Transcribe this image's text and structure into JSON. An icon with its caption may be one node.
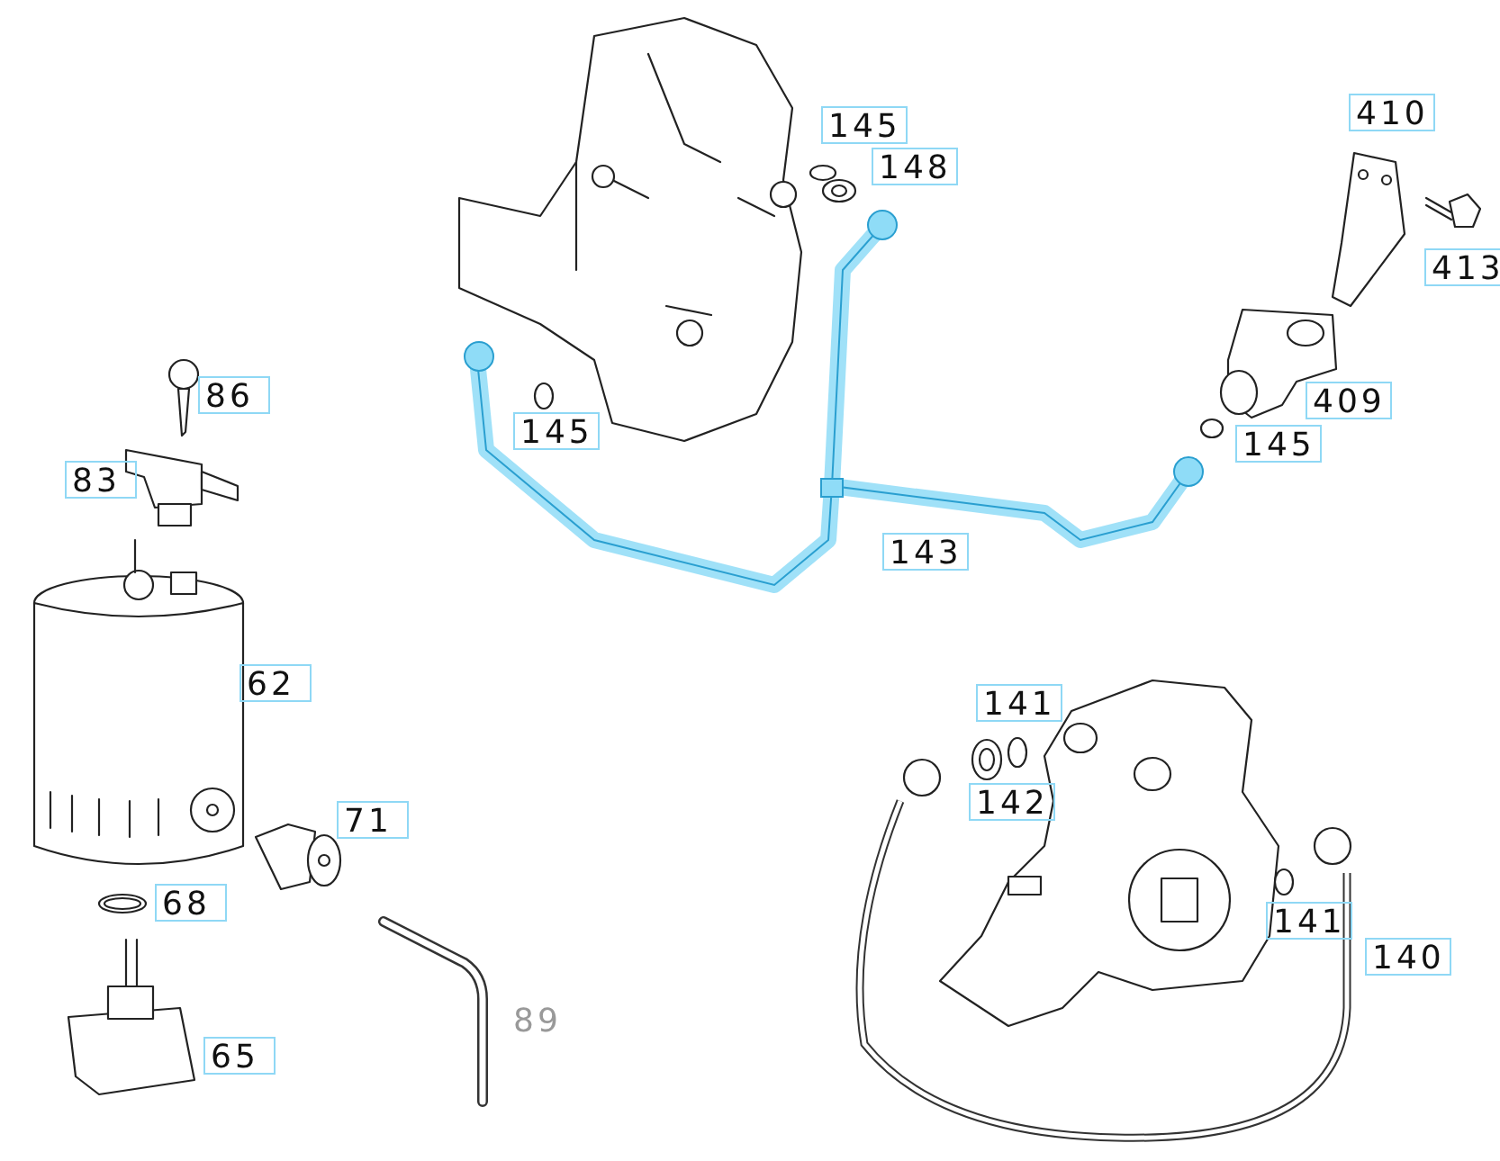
{
  "diagram": {
    "labels": [
      "410",
      "145",
      "148",
      "413",
      "86",
      "409",
      "145",
      "145",
      "83",
      "143",
      "62",
      "141",
      "142",
      "71",
      "68",
      "141",
      "140",
      "89",
      "65"
    ]
  }
}
